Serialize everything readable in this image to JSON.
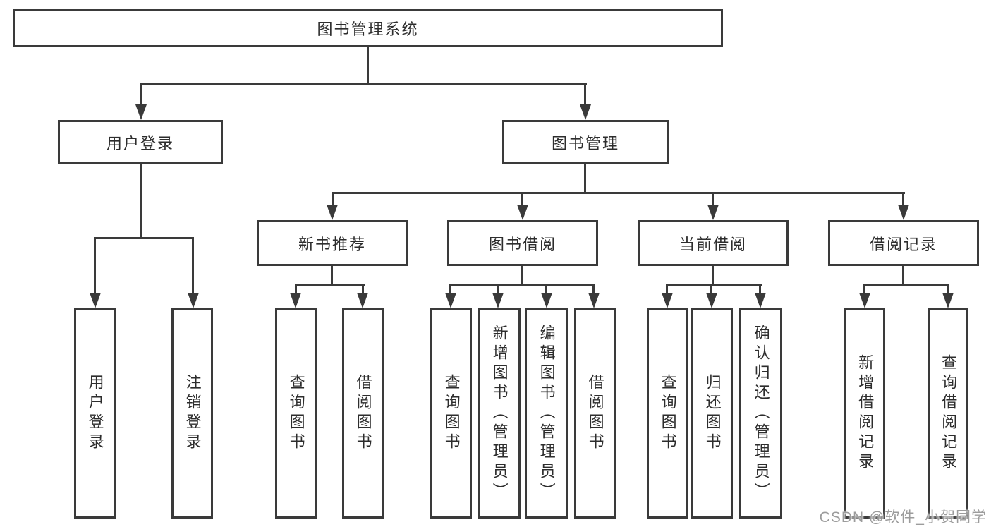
{
  "tree": {
    "label": "图书管理系统",
    "children": [
      {
        "label": "用户登录",
        "children": [
          {
            "label": "用户登录"
          },
          {
            "label": "注销登录"
          }
        ]
      },
      {
        "label": "图书管理",
        "children": [
          {
            "label": "新书推荐",
            "children": [
              {
                "label": "查询图书"
              },
              {
                "label": "借阅图书"
              }
            ]
          },
          {
            "label": "图书借阅",
            "children": [
              {
                "label": "查询图书"
              },
              {
                "label": "新增图书（管理员）"
              },
              {
                "label": "编辑图书（管理员）"
              },
              {
                "label": "借阅图书"
              }
            ]
          },
          {
            "label": "当前借阅",
            "children": [
              {
                "label": "查询图书"
              },
              {
                "label": "归还图书"
              },
              {
                "label": "确认归还（管理员）"
              }
            ]
          },
          {
            "label": "借阅记录",
            "children": [
              {
                "label": "新增借阅记录"
              },
              {
                "label": "查询借阅记录"
              }
            ]
          }
        ]
      }
    ]
  },
  "watermark": "CSDN @软件_小贺同学",
  "colors": {
    "line": "#3a3a3a",
    "text": "#2d2d2d",
    "watermark": "#9c9c9c",
    "background": "#ffffff"
  }
}
